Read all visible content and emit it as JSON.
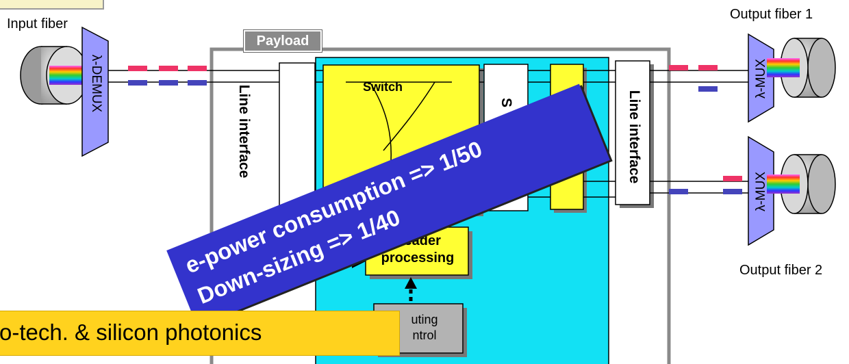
{
  "labels": {
    "input_fiber": "Input fiber",
    "output_fiber_1": "Output fiber 1",
    "output_fiber_2": "Output fiber 2",
    "demux": "λ-DEMUX",
    "mux_1": "λ-MUX",
    "mux_2": "λ-MUX",
    "payload": "Payload",
    "line_interface_left": "Line interface",
    "line_interface_right": "Line interface",
    "switch": "Switch",
    "buffer_partial": "S",
    "header_processing": "Header processing",
    "routing_control_partial": "uting\nntrol"
  },
  "banner": {
    "line1": "e-power consumption => 1/50",
    "line2": "Down-sizing => 1/40"
  },
  "footer_note": "o-tech. & silicon photonics",
  "colors": {
    "core_fill": "#12e1f4",
    "switch_fill": "#ffff33",
    "banner_fill": "#3333cc",
    "banner_text": "#ffffff",
    "note_fill": "#ffd21e",
    "red_packet": "#ee3366",
    "blue_packet": "#4444bb"
  }
}
